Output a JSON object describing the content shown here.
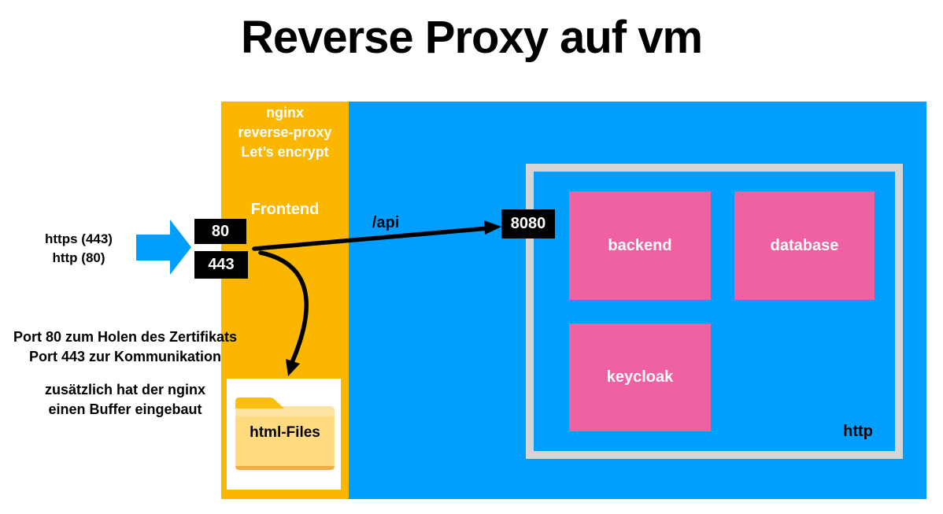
{
  "title": "Reverse Proxy auf vm",
  "colors": {
    "vm_blue": "#009FFF",
    "proxy_orange": "#FBB700",
    "service_pink": "#EF61A3",
    "network_border_gray": "#D5D5D5",
    "port_box_black": "#000000"
  },
  "client": {
    "https_label": "https (443)",
    "http_label": "http (80)"
  },
  "proxy": {
    "title_lines": [
      "nginx",
      "reverse-proxy",
      "Let’s encrypt"
    ],
    "role_label": "Frontend",
    "port_80": "80",
    "port_443": "443",
    "folder_label": "html-Files"
  },
  "api_arrow": {
    "label": "/api",
    "target_port": "8080"
  },
  "vm": {
    "services": [
      {
        "label": "backend"
      },
      {
        "label": "database"
      },
      {
        "label": "keycloak"
      }
    ],
    "protocol_label": "http"
  },
  "notes": {
    "lines": [
      "Port 80 zum Holen des Zertifikats",
      "Port 443 zur Kommunikation",
      "zusätzlich hat der nginx",
      "einen Buffer eingebaut"
    ]
  }
}
